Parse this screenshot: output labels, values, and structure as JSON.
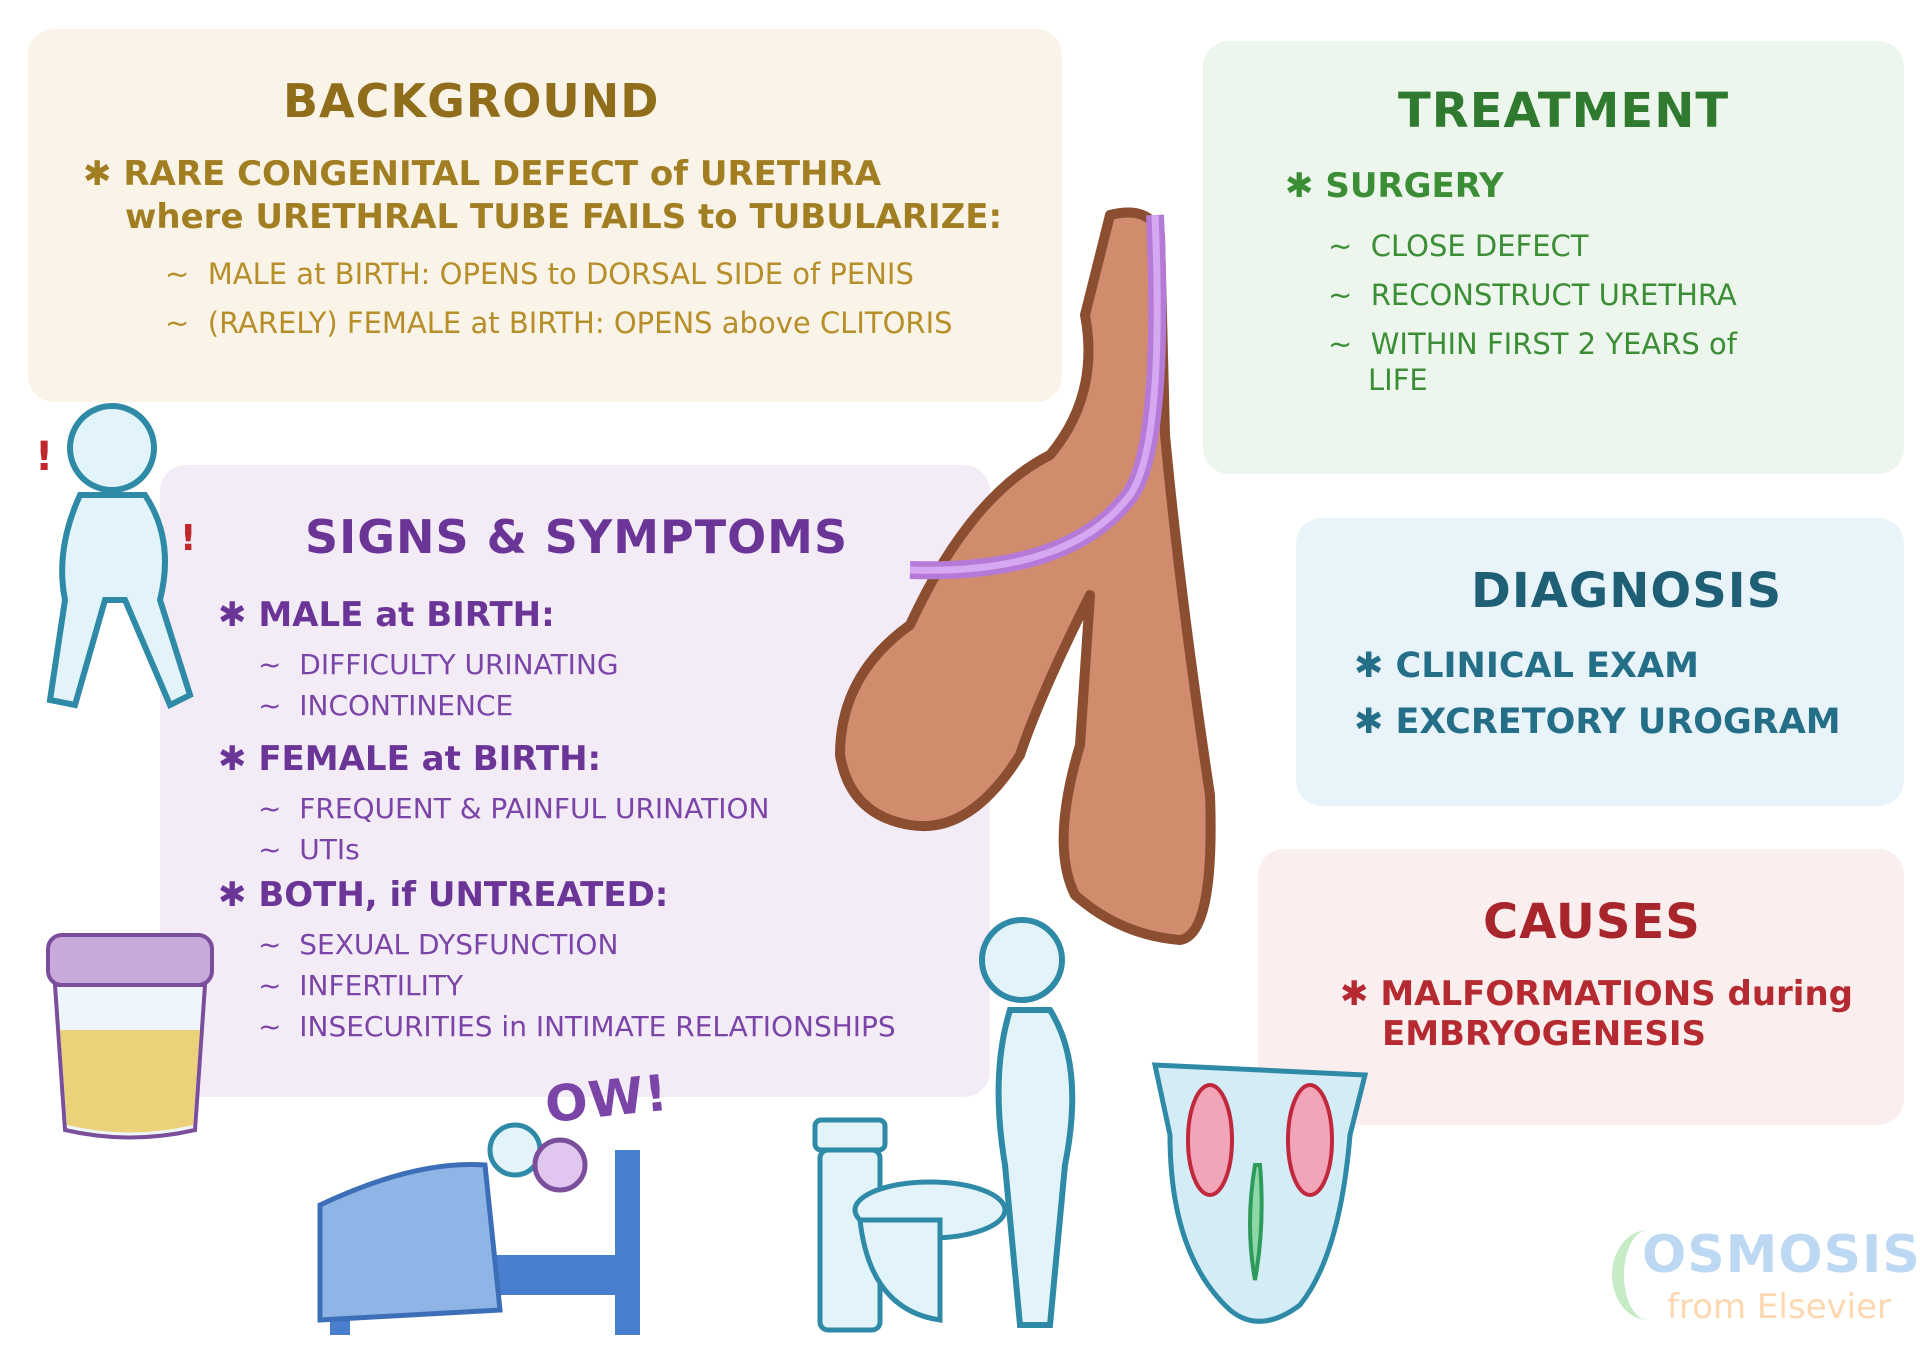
{
  "background": {
    "title": "BACKGROUND",
    "bullet": "RARE CONGENITAL DEFECT of URETHRA",
    "bullet_cont": "where URETHRAL TUBE FAILS to TUBULARIZE:",
    "subs": [
      "MALE at BIRTH: OPENS to DORSAL SIDE of PENIS",
      "(RARELY) FEMALE at BIRTH: OPENS above CLITORIS"
    ]
  },
  "treatment": {
    "title": "TREATMENT",
    "bullet": "SURGERY",
    "subs": [
      "CLOSE DEFECT",
      "RECONSTRUCT URETHRA",
      "WITHIN FIRST 2 YEARS of",
      "LIFE"
    ]
  },
  "signs": {
    "title": "SIGNS & SYMPTOMS",
    "groups": [
      {
        "label": "MALE at BIRTH:",
        "items": [
          "DIFFICULTY URINATING",
          "INCONTINENCE"
        ]
      },
      {
        "label": "FEMALE at BIRTH:",
        "items": [
          "FREQUENT & PAINFUL URINATION",
          "UTIs"
        ]
      },
      {
        "label": "BOTH, if UNTREATED:",
        "items": [
          "SEXUAL DYSFUNCTION",
          "INFERTILITY",
          "INSECURITIES in INTIMATE RELATIONSHIPS"
        ]
      }
    ]
  },
  "diagnosis": {
    "title": "DIAGNOSIS",
    "items": [
      "CLINICAL EXAM",
      "EXCRETORY UROGRAM"
    ]
  },
  "causes": {
    "title": "CAUSES",
    "bullet": "MALFORMATIONS during",
    "bullet_cont": "EMBRYOGENESIS"
  },
  "illustration": {
    "exclaim": "OW!"
  },
  "logo": {
    "name": "OSMOSIS",
    "sub": "from Elsevier"
  },
  "colors": {
    "background": "#8f6d1b",
    "treatment": "#2f7a2f",
    "signs": "#6a3596",
    "diagnosis": "#1f5f75",
    "causes": "#a8262b"
  }
}
